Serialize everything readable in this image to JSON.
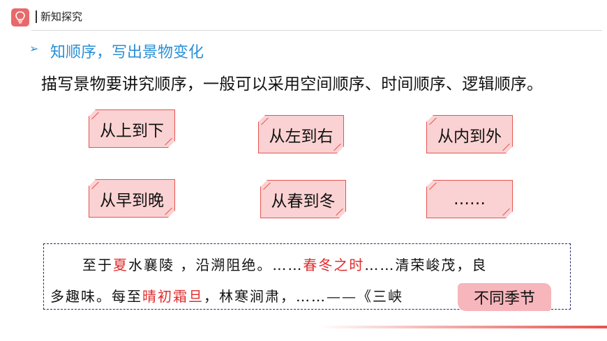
{
  "header": {
    "title": "新知探究",
    "icon": "lightbulb-icon"
  },
  "section": {
    "arrow": "➢",
    "title": "知顺序，写出景物变化"
  },
  "intro": "描写景物要讲究顺序，一般可以采用空间顺序、时间顺序、逻辑顺序。",
  "cards": [
    "从上到下",
    "从左到右",
    "从内到外",
    "从早到晚",
    "从春到冬",
    "……"
  ],
  "quote": {
    "line1": {
      "a": "至于",
      "b": "夏",
      "c": "水襄陵 ，沿溯阻绝。……",
      "d": "春冬之时",
      "e": "……清荣峻茂，良"
    },
    "line2": {
      "a": "多趣味。每至",
      "b": "晴初霜旦",
      "c": "，林寒涧肃，……——《三峡"
    }
  },
  "tag": "不同季节",
  "colors": {
    "accent_blue": "#2a8fd6",
    "card_fill": "#fbd2d3",
    "card_border": "#e6534e",
    "highlight_red": "#e02b2b",
    "tag_fill": "#f6b6bb"
  }
}
